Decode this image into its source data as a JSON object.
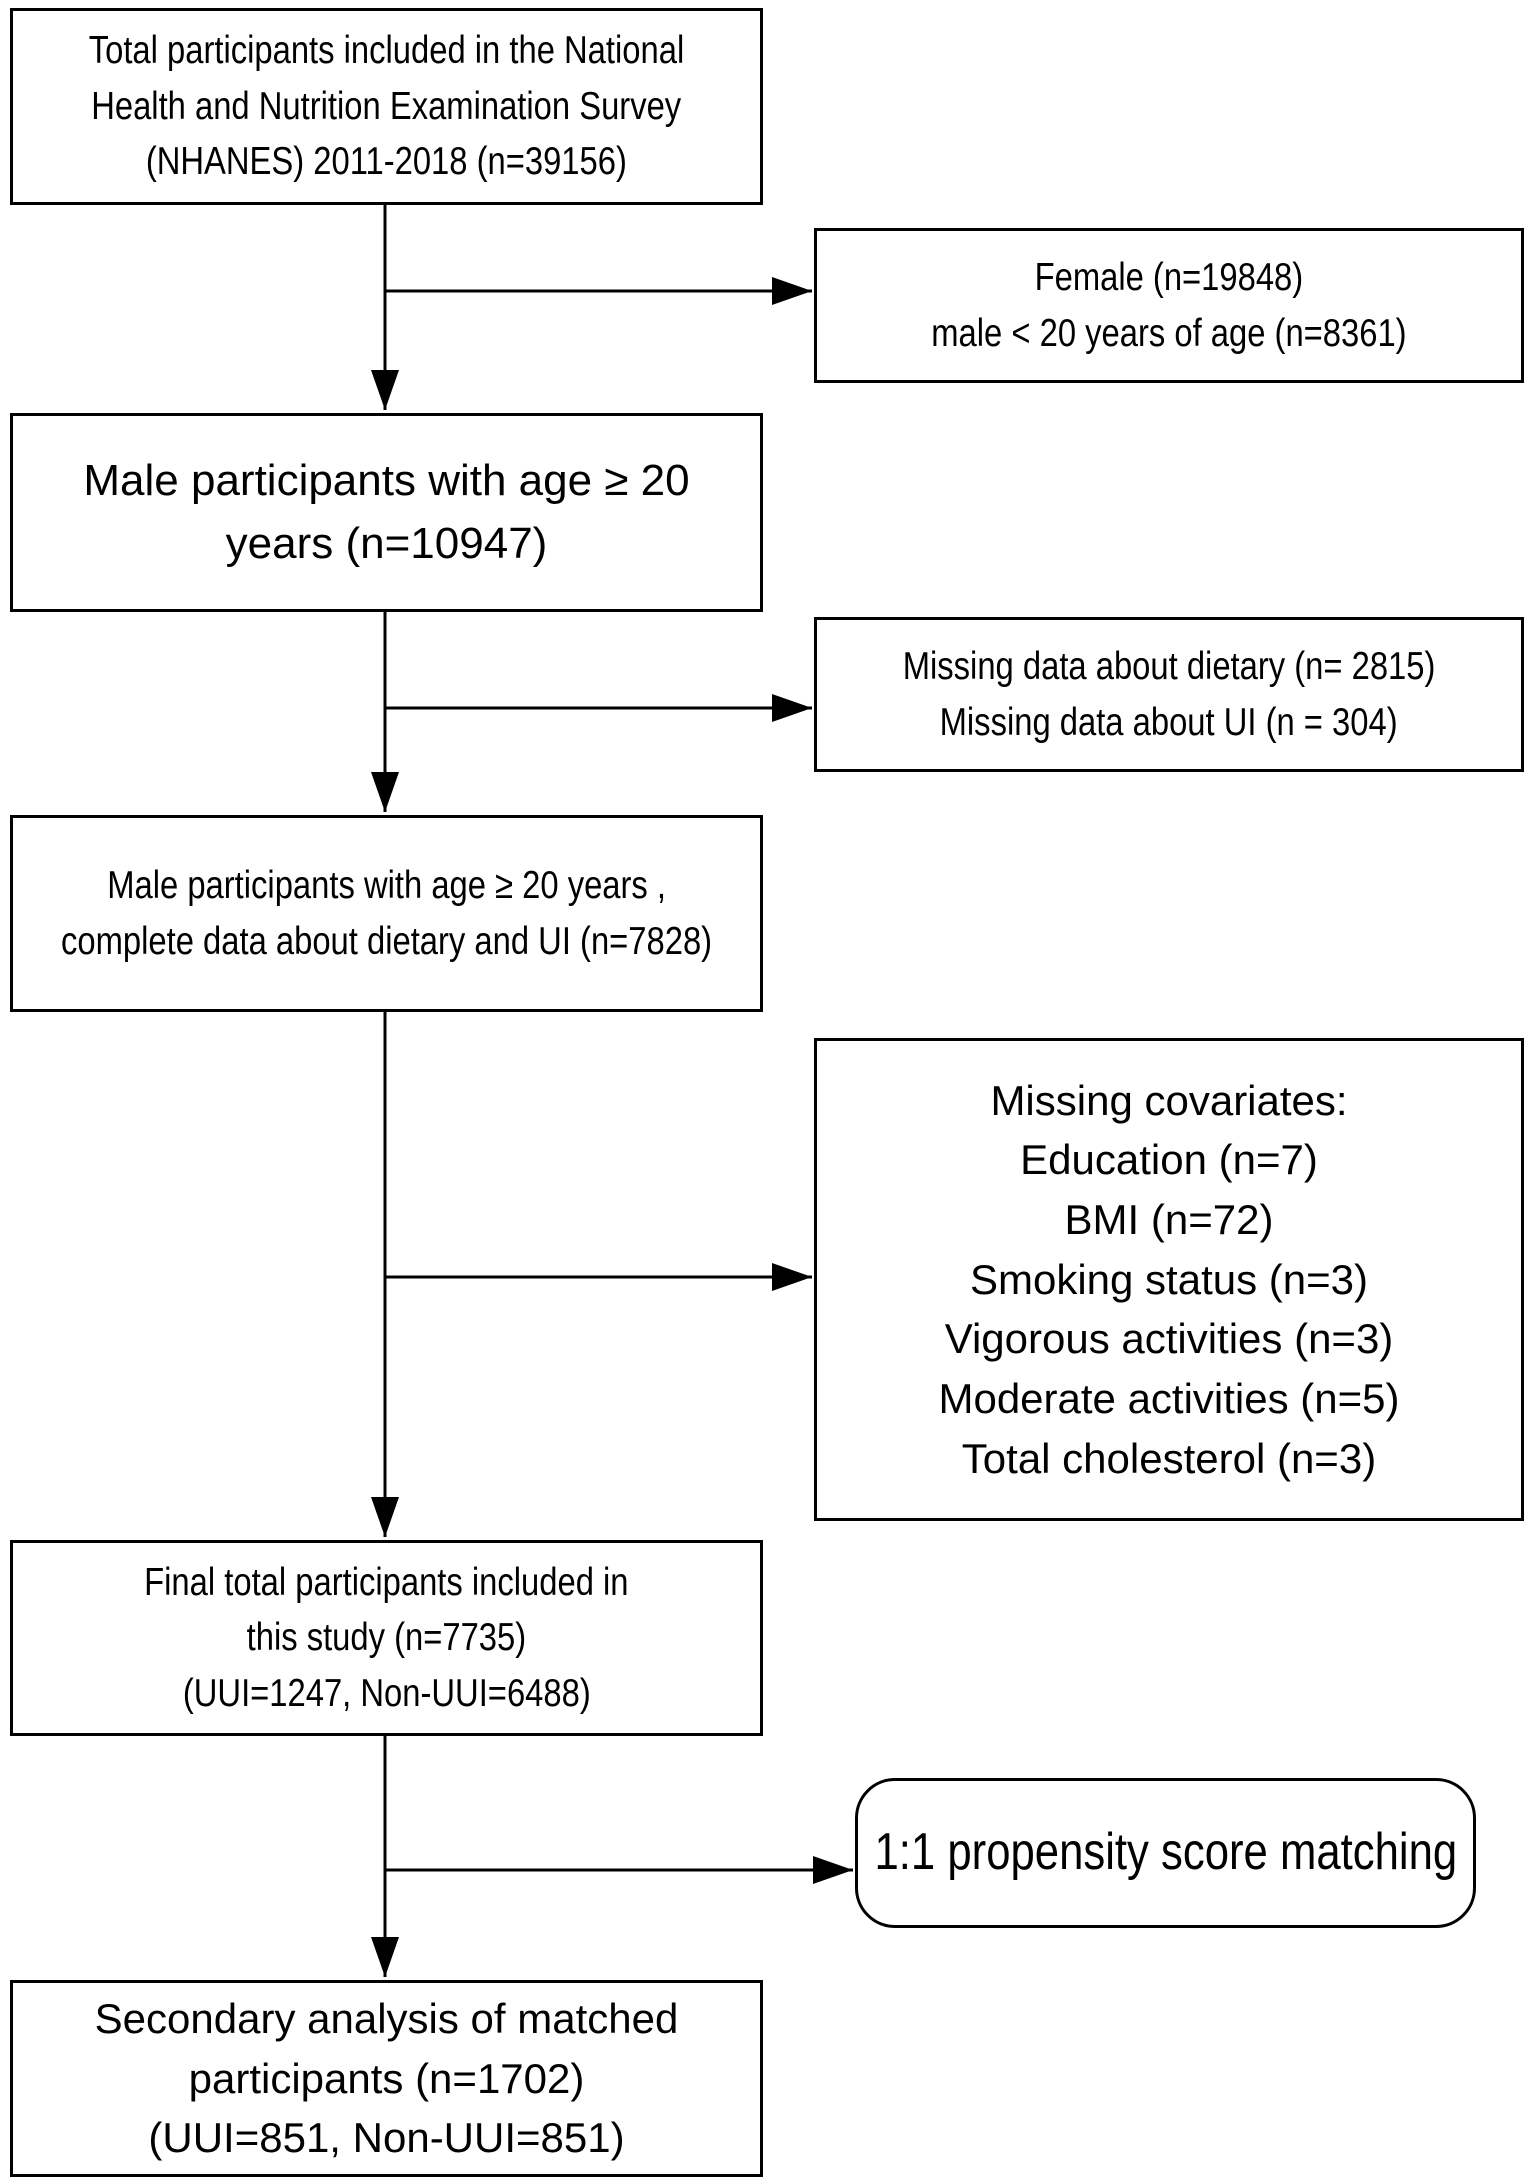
{
  "flowchart": {
    "box1": {
      "lines": [
        "Total participants included in the National",
        "Health and Nutrition Examination Survey",
        "(NHANES) 2011-2018 (n=39156)"
      ]
    },
    "excl1": {
      "lines": [
        "Female (n=19848)",
        "male < 20 years of age (n=8361)"
      ]
    },
    "box2": {
      "lines": [
        "Male participants with age ≥ 20",
        "years (n=10947)"
      ]
    },
    "excl2": {
      "lines": [
        "Missing data about dietary (n= 2815)",
        "Missing data about UI (n = 304)"
      ]
    },
    "box3": {
      "lines": [
        "Male participants with age ≥ 20 years ,",
        "complete data about dietary and UI (n=7828)"
      ]
    },
    "excl3": {
      "lines": [
        "Missing covariates:",
        "Education (n=7)",
        "BMI (n=72)",
        "Smoking status (n=3)",
        "Vigorous activities (n=3)",
        "Moderate activities (n=5)",
        "Total cholesterol (n=3)"
      ]
    },
    "box4": {
      "lines": [
        "Final total participants included in",
        "this study (n=7735)",
        "(UUI=1247, Non-UUI=6488)"
      ]
    },
    "psm": {
      "lines": [
        "1:1 propensity score matching"
      ]
    },
    "box5": {
      "lines": [
        "Secondary analysis of matched",
        "participants (n=1702)",
        "(UUI=851, Non-UUI=851)"
      ]
    }
  }
}
